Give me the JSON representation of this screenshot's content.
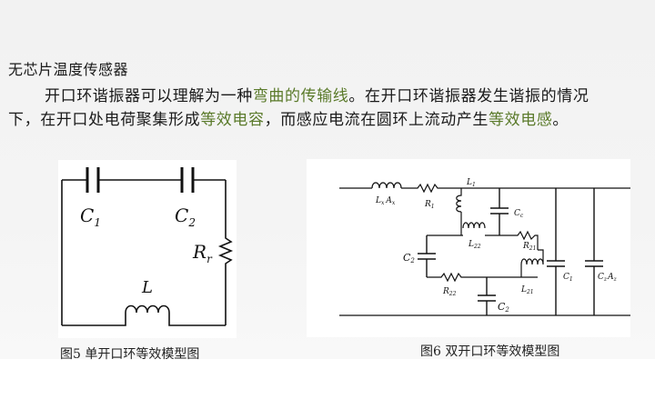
{
  "heading": "无芯片温度传感器",
  "paragraph": {
    "seg1": "开口环谐振器可以理解为一种",
    "hl1": "弯曲的传输线",
    "seg2": "。在开口环谐振器发生谐振的情况下，在开口处电荷聚集形成",
    "hl2": "等效电容",
    "seg3": "，而感应电流在圆环上流动产生",
    "hl3": "等效电感",
    "seg4": "。"
  },
  "highlight_color": "#5a7a2a",
  "figure5": {
    "caption": "图5 单开口环等效模型图",
    "labels": {
      "c1": "C",
      "c1_sub": "1",
      "c2": "C",
      "c2_sub": "2",
      "rr": "R",
      "rr_sub": "r",
      "l": "L"
    }
  },
  "figure6": {
    "caption": "图6 双开口环等效模型图",
    "labels": {
      "lx_ax": "L",
      "lx_sub": "x",
      "ax": "A",
      "ax_sub": "x",
      "r1": "R",
      "r1_sub": "1",
      "l1": "L",
      "l1_sub": "1",
      "cc": "C",
      "cc_sub": "c",
      "l22": "L",
      "l22_sub": "22",
      "r21": "R",
      "r21_sub": "21",
      "c2left": "C",
      "c2left_sub": "2",
      "r22": "R",
      "r22_sub": "22",
      "l21": "L",
      "l21_sub": "21",
      "c2bottom": "C",
      "c2bottom_sub": "2",
      "c1": "C",
      "c1_sub": "1",
      "cz": "C",
      "cz_sub": "z",
      "az": "A",
      "az_sub": "z"
    }
  }
}
